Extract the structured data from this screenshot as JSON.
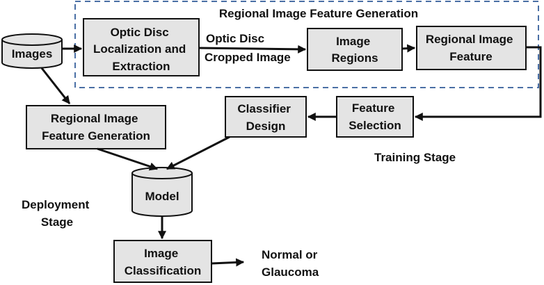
{
  "region": {
    "title": "Regional Image Feature Generation"
  },
  "nodes": {
    "images": {
      "label": "Images"
    },
    "optic_disc": {
      "lines": [
        "Optic Disc",
        "Localization and",
        "Extraction"
      ]
    },
    "image_regions": {
      "lines": [
        "Image",
        "Regions"
      ]
    },
    "regional_feature": {
      "lines": [
        "Regional Image",
        "Feature"
      ]
    },
    "regional_feature_generation": {
      "lines": [
        "Regional Image",
        "Feature Generation"
      ]
    },
    "classifier_design": {
      "lines": [
        "Classifier",
        "Design"
      ]
    },
    "feature_selection": {
      "lines": [
        "Feature",
        "Selection"
      ]
    },
    "model": {
      "label": "Model"
    },
    "image_classification": {
      "lines": [
        "Image",
        "Classification"
      ]
    }
  },
  "edge_labels": {
    "cropped": [
      "Optic Disc",
      "Cropped Image"
    ]
  },
  "annotations": {
    "training_stage": "Training Stage",
    "deployment_stage": [
      "Deployment",
      "Stage"
    ],
    "output": [
      "Normal or",
      "Glaucoma"
    ]
  }
}
